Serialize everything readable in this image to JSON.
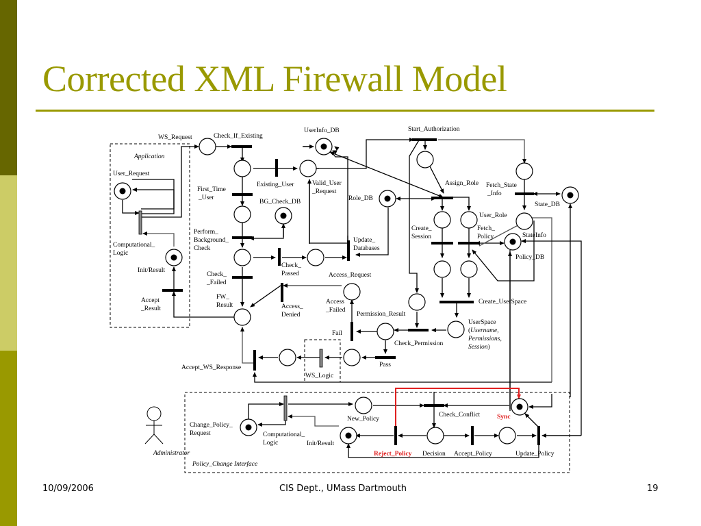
{
  "slide": {
    "title": "Corrected XML Firewall Model",
    "footer": {
      "date": "10/09/2006",
      "center": "CIS Dept., UMass Dartmouth",
      "page": "19"
    },
    "theme_colors": {
      "dark": "#666600",
      "light": "#cccc66",
      "mid": "#999900",
      "highlight": "#e02020"
    }
  },
  "diagram": {
    "type": "petri-net",
    "regions": {
      "application": "Application",
      "policy_change": "Policy_Change Interface",
      "ws_logic": "WS_Logic"
    },
    "actor": "Administrator",
    "labels": {
      "ws_request": "WS_Request",
      "check_if_existing": "Check_If_Existing",
      "userinfo_db": "UserInfo_DB",
      "start_authorization": "Start_Authorization",
      "user_request": "User_Request",
      "first_time_user_1": "First_Time",
      "first_time_user_2": "_User",
      "existing_user": "Existing_User",
      "valid_user_1": "Valid_User",
      "valid_user_2": "_Request",
      "bg_check_db": "BG_Check_DB",
      "role_db": "Role_DB",
      "assign_role": "Assign_Role",
      "fetch_state_1": "Fetch_State",
      "fetch_state_2": "_Info",
      "state_db": "State_DB",
      "user_role": "User_Role",
      "create_session_1": "Create_",
      "create_session_2": "Session",
      "fetch_policy_1": "Fetch_",
      "fetch_policy_2": "Policy",
      "stateinfo": "StateInfo",
      "policy_db": "Policy_DB",
      "computational_logic_1": "Computational_",
      "computational_logic_2": "Logic",
      "perform_bg_1": "Perform_",
      "perform_bg_2": "Background_",
      "perform_bg_3": "Check",
      "update_db_1": "Update_",
      "update_db_2": "Databases",
      "init_result": "Init/Result",
      "check_failed_1": "Check_",
      "check_failed_2": "_Failed",
      "check_passed_1": "Check_",
      "check_passed_2": "Passed",
      "access_request": "Access_Request",
      "accept_result_1": "Accept",
      "accept_result_2": "_Result",
      "fw_result_1": "FW_",
      "fw_result_2": "Result",
      "access_denied_1": "Access_",
      "access_denied_2": "Denied",
      "access_failed_1": "Access",
      "access_failed_2": "_Failed",
      "permission_result": "Permission_Result",
      "create_userspace": "Create_UserSpace",
      "userspace_1": "UserSpace",
      "userspace_2": "Username",
      "userspace_3": "Permissions",
      "userspace_4": "Session",
      "fail": "Fail",
      "check_permission": "Check_Permission",
      "pass": "Pass",
      "accept_ws_response": "Accept_WS_Response",
      "change_policy_1": "Change_Policy_",
      "change_policy_2": "Request",
      "new_policy": "New_Policy",
      "check_conflict": "Check_Conflict",
      "sync": "Sync",
      "pc_comp_logic_1": "Computational_",
      "pc_comp_logic_2": "Logic",
      "pc_init_result": "Init/Result",
      "reject_policy": "Reject_Policy",
      "decision": "Decision",
      "accept_policy": "Accept_Policy",
      "update_policy": "Update_Policy"
    }
  }
}
